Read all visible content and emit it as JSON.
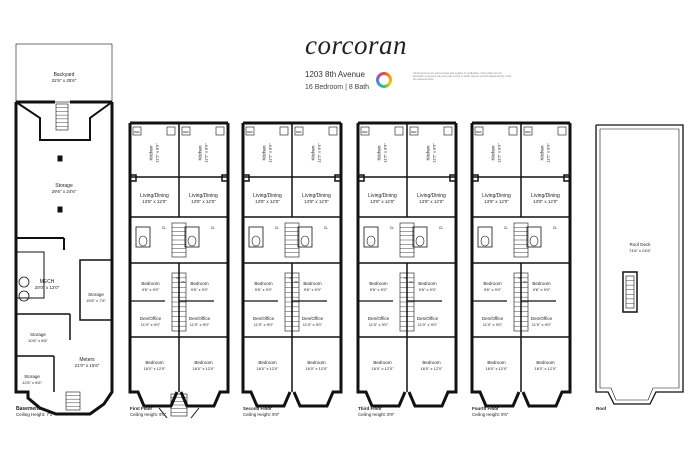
{
  "header": {
    "brand": "corcoran",
    "address": "1203 8th Avenue",
    "summary": "16 Bedroom | 8 Bath",
    "disclaimer": "All dimensions are approximate and subject to verification. Floor plans are for illustration purposes only and may not be to scale. Buyers should independently verify all measurements."
  },
  "colors": {
    "wall": "#111111",
    "line": "#333333"
  },
  "floors": {
    "basement": {
      "label": "Basement",
      "ceiling": "Ceiling Height: 7'2\"",
      "rooms": [
        {
          "name": "Backyard",
          "dim": "22'6\" x 25'6\""
        },
        {
          "name": "Storage",
          "dim": "29'6\" x 24'6\""
        },
        {
          "name": "MECH",
          "dim": "20'0\" x 12'0\""
        },
        {
          "name": "Storage",
          "dim": "15'6\" x 7'6\""
        },
        {
          "name": "Storage",
          "dim": "10'6\" x 8'6\""
        },
        {
          "name": "Meters",
          "dim": "21'0\" x 15'6\""
        },
        {
          "name": "Storage",
          "dim": "12'6\" x 8'6\""
        }
      ]
    },
    "first": {
      "label": "First Floor",
      "ceiling": "Ceiling Height: 9'0\""
    },
    "second": {
      "label": "Second Floor",
      "ceiling": "Ceiling Height: 9'8\""
    },
    "third": {
      "label": "Third Floor",
      "ceiling": "Ceiling Height: 9'9\""
    },
    "fourth": {
      "label": "Fourth Floor",
      "ceiling": "Ceiling Height: 9'6\""
    },
    "roof": {
      "label": "Roof",
      "rooms": [
        {
          "name": "Roof Deck",
          "dim": "74'6\" x 24'6\""
        }
      ]
    }
  },
  "unit": {
    "ref": "REF",
    "closet": "CL",
    "rooms": [
      {
        "name": "Kitchen",
        "dim": "11'5\" x 8'0\""
      },
      {
        "name": "Living/Dining",
        "dim": "13'8\" x 12'0\""
      },
      {
        "name": "Bedroom",
        "dim": "9'6\" x 9'0\""
      },
      {
        "name": "Den/Office",
        "dim": "11'0\" x 9'0\""
      },
      {
        "name": "Bedroom",
        "dim": "16'0\" x 12'0\""
      }
    ]
  }
}
